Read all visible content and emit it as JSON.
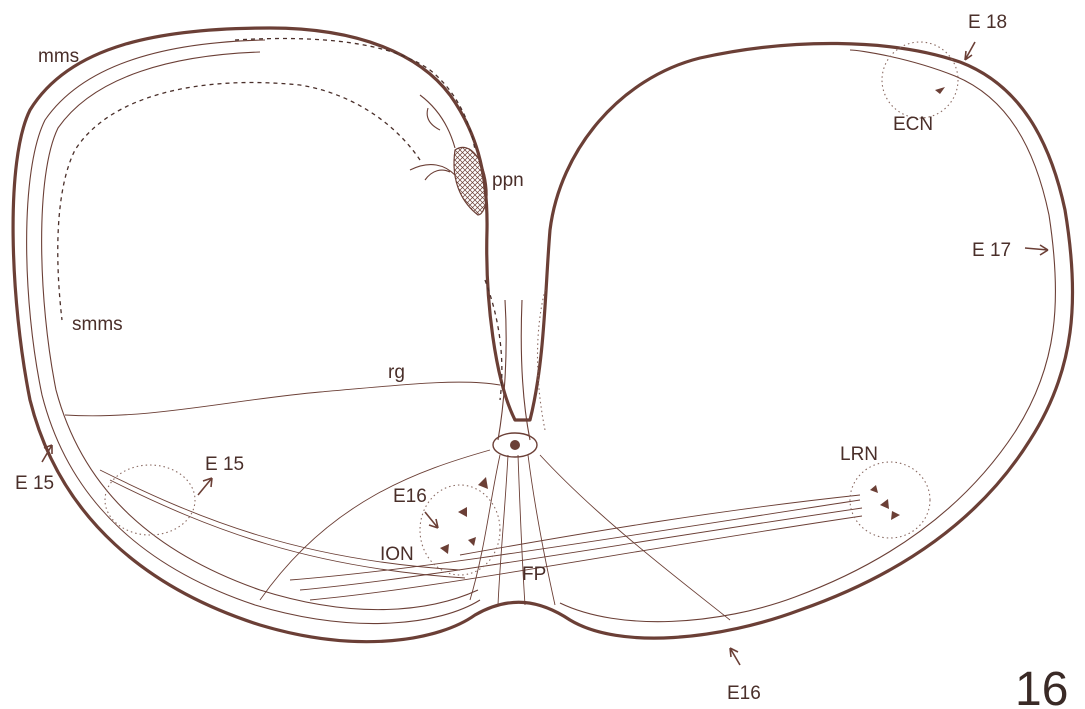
{
  "figure_number": "16",
  "labels": {
    "mms": "mms",
    "smms": "smms",
    "ppn": "ppn",
    "rg": "rg",
    "e15_left": "E 15",
    "e15_inner": "E 15",
    "e16_ion": "E16",
    "ion": "ION",
    "fp": "FP",
    "e16_bottom": "E16",
    "lrn": "LRN",
    "e17": "E 17",
    "e18": "E 18",
    "ecn": "ECN"
  },
  "colors": {
    "ink": "#6b3f36",
    "background": "#ffffff"
  }
}
